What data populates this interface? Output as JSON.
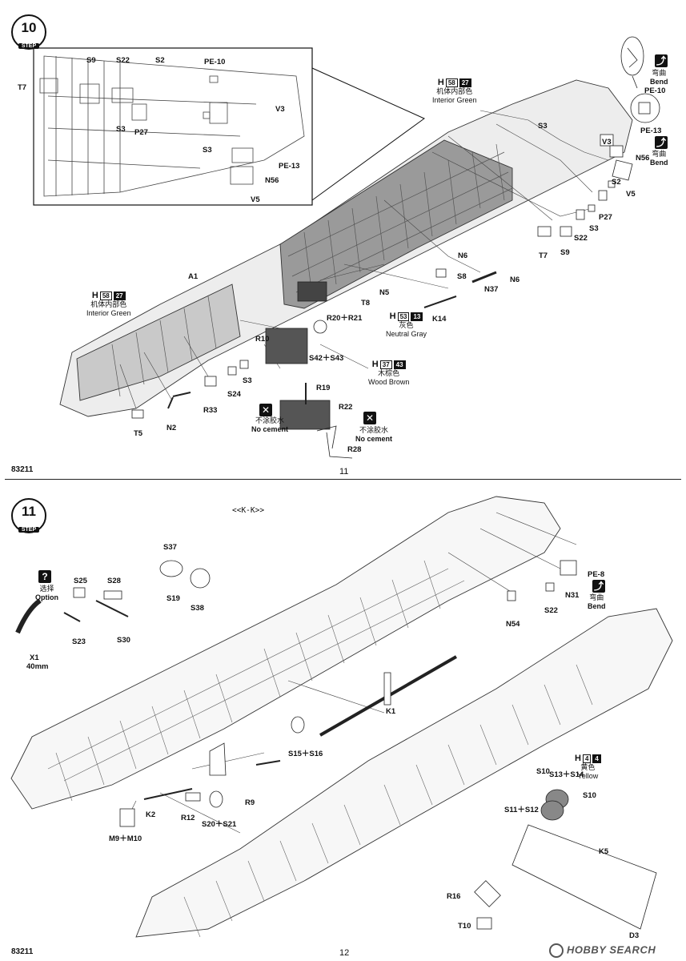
{
  "kit_number": "83211",
  "watermark": "HOBBY SEARCH",
  "steps": [
    {
      "step_label": "STEP",
      "step_number": "10",
      "page_number": "11",
      "inset_labels": [
        "S9",
        "S22",
        "S2",
        "T7",
        "PE-10",
        "V3",
        "S3",
        "P27",
        "S3",
        "PE-13",
        "N56",
        "V5"
      ],
      "part_labels": [
        "S3",
        "V3",
        "N56",
        "V5",
        "S2",
        "P27",
        "S3",
        "S22",
        "S9",
        "T7",
        "N6",
        "S8",
        "N37",
        "N6",
        "N5",
        "T8",
        "R20＋R21",
        "K14",
        "R10",
        "S42＋S43",
        "S3",
        "S24",
        "R19",
        "R33",
        "N2",
        "T5",
        "A1",
        "R22",
        "R28"
      ],
      "paint_callouts": [
        {
          "id": "interior-green-top",
          "code": "H",
          "num1": "58",
          "num2": "27",
          "zh": "机体内部色",
          "en": "Interior Green"
        },
        {
          "id": "interior-green-left",
          "code": "H",
          "num1": "58",
          "num2": "27",
          "zh": "机体内部色",
          "en": "Interior Green"
        },
        {
          "id": "neutral-gray",
          "code": "H",
          "num1": "53",
          "num2": "13",
          "zh": "灰色",
          "en": "Neutral Gray"
        },
        {
          "id": "wood-brown",
          "code": "H",
          "num1": "37",
          "num2": "43",
          "zh": "木棕色",
          "en": "Wood Brown"
        }
      ],
      "bend_labels": [
        {
          "zh": "弯曲",
          "en": "Bend",
          "part": "PE-10"
        },
        {
          "zh": "弯曲",
          "en": "Bend",
          "part": "PE-13"
        }
      ],
      "no_cement": [
        {
          "zh": "不涂胶水",
          "en": "No cement"
        },
        {
          "zh": "不涂胶水",
          "en": "No cement"
        }
      ]
    },
    {
      "step_label": "STEP",
      "step_number": "11",
      "page_number": "12",
      "view_label": "<<K-K>>",
      "option": {
        "zh": "选择",
        "en": "Option"
      },
      "part_labels": [
        "S37",
        "S19",
        "S38",
        "S25",
        "S28",
        "S23",
        "S30",
        "X1",
        "40mm",
        "PE-8",
        "N31",
        "S22",
        "N54",
        "K1",
        "S15＋S16",
        "R9",
        "K2",
        "R12",
        "S20＋S21",
        "M9＋M10",
        "S10",
        "S13＋S14",
        "S10",
        "S11＋S12",
        "K5",
        "R16",
        "T10",
        "D3"
      ],
      "paint_callouts": [
        {
          "id": "yellow",
          "code": "H",
          "num1": "4",
          "num2": "4",
          "zh": "黄色",
          "en": "Yellow"
        }
      ],
      "bend_labels": [
        {
          "zh": "弯曲",
          "en": "Bend",
          "part": "PE-8"
        }
      ]
    }
  ]
}
